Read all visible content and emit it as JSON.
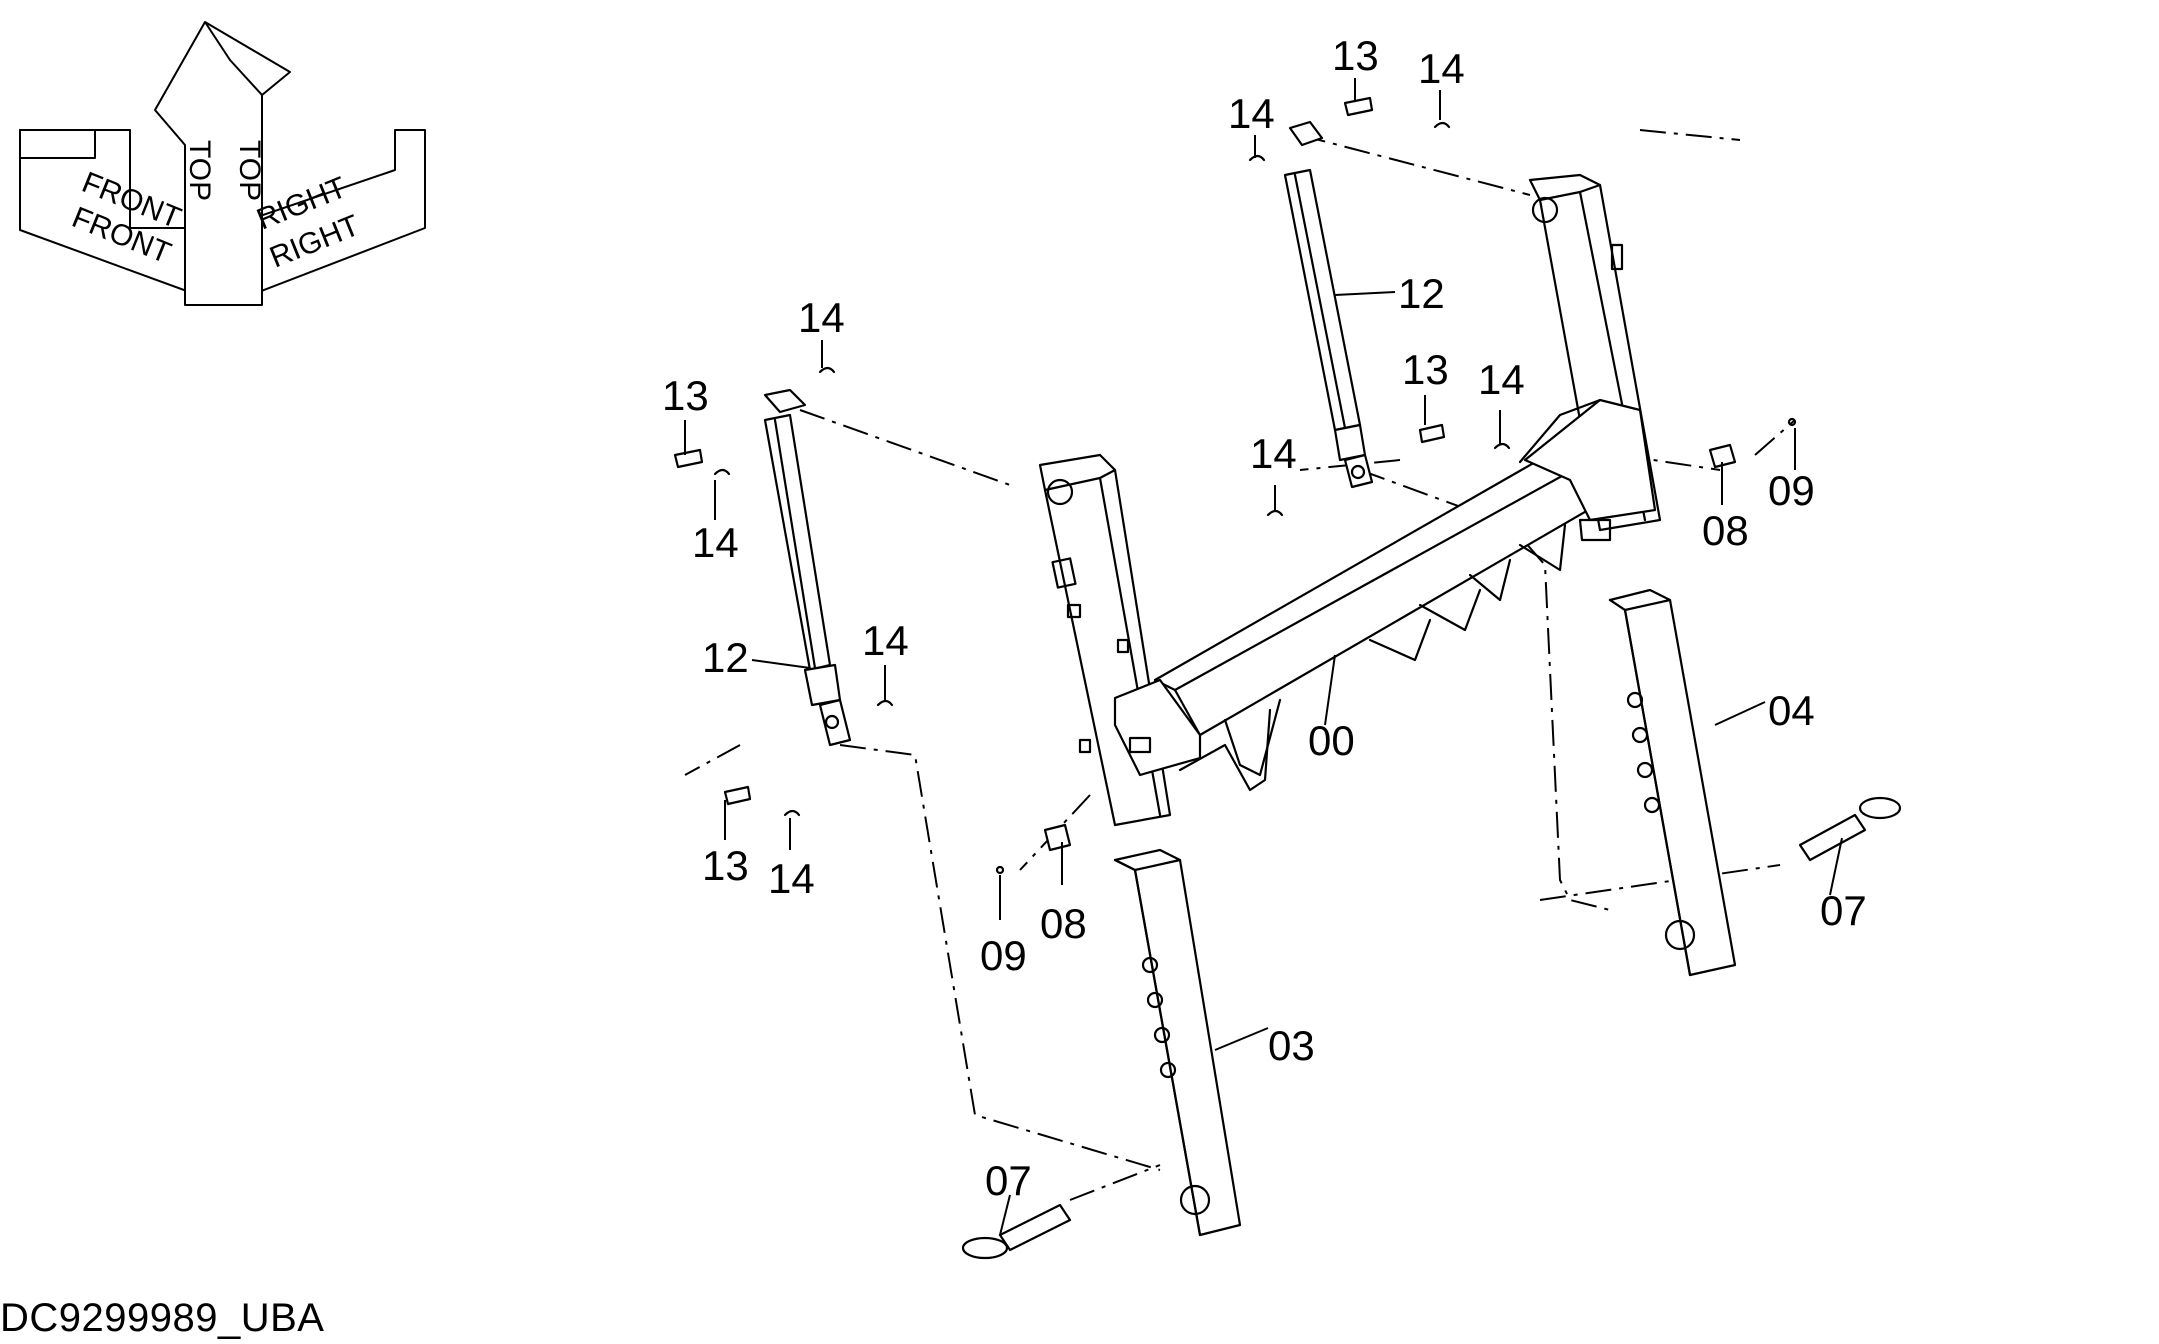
{
  "orientation": {
    "labels": [
      "FRONT",
      "FRONT",
      "TOP",
      "TOP",
      "RIGHT",
      "RIGHT"
    ]
  },
  "callouts": {
    "c00": "00",
    "c03": "03",
    "c04": "04",
    "c07a": "07",
    "c07b": "07",
    "c08a": "08",
    "c08b": "08",
    "c09a": "09",
    "c09b": "09",
    "c12a": "12",
    "c12b": "12",
    "c13a": "13",
    "c13b": "13",
    "c13c": "13",
    "c13d": "13",
    "c14a": "14",
    "c14b": "14",
    "c14c": "14",
    "c14d": "14",
    "c14e": "14",
    "c14f": "14",
    "c14g": "14",
    "c14h": "14"
  },
  "drawing_id": "DC9299989_UBA"
}
